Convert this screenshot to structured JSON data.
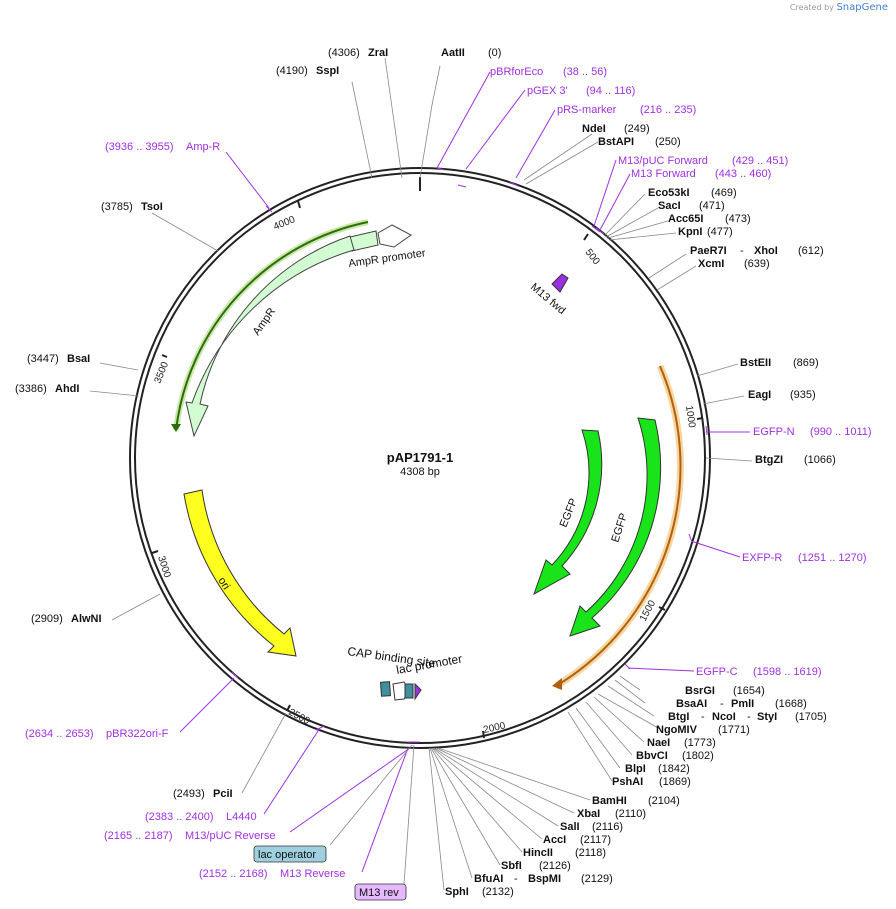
{
  "branding": {
    "created_by": "Created by",
    "product": "SnapGene"
  },
  "plasmid": {
    "name": "pAP1791-1",
    "length_label": "4308 bp"
  },
  "colors": {
    "primer": "#a030e0",
    "backbone": "#222222",
    "amp": "#d2fcd2",
    "amp_highlight": "#2e6b0a",
    "egfp": "#19e419",
    "ori": "#ffff1f",
    "exfp_highlight": "#f0a030",
    "lac_op": "#9fd0e0",
    "m13_rev_bg": "#e6b8ff",
    "operator_box": "#3f8fa0"
  },
  "ticks": [
    "500",
    "1000",
    "1500",
    "2000",
    "2500",
    "3000",
    "3500",
    "4000"
  ],
  "features": {
    "amp_promoter": "AmpR promoter",
    "ampr": "AmpR",
    "m13_fwd": "M13 fwd",
    "egfp_inner": "EGFP",
    "egfp_outer": "EGFP",
    "ori": "ori",
    "cap_site": "CAP binding site",
    "lac_promoter": "lac promoter",
    "lac_operator": "lac operator",
    "m13_rev": "M13 rev"
  },
  "right_sites": [
    {
      "name": "AatII",
      "pos": "(0)"
    },
    {
      "name": "NdeI",
      "pos": "(249)"
    },
    {
      "name": "BstAPI",
      "pos": "(250)"
    },
    {
      "name": "Eco53kI",
      "pos": "(469)"
    },
    {
      "name": "SacI",
      "pos": "(471)"
    },
    {
      "name": "Acc65I",
      "pos": "(473)"
    },
    {
      "name": "KpnI",
      "pos": "(477)"
    },
    {
      "name": "PaeR7I",
      "name2": "XhoI",
      "pos": "(612)"
    },
    {
      "name": "XcmI",
      "pos": "(639)"
    },
    {
      "name": "BstEII",
      "pos": "(869)"
    },
    {
      "name": "EagI",
      "pos": "(935)"
    },
    {
      "name": "BtgZI",
      "pos": "(1066)"
    },
    {
      "name": "BsrGI",
      "pos": "(1654)"
    },
    {
      "name": "BsaAI",
      "name2": "PmlI",
      "pos": "(1668)"
    },
    {
      "name": "BtgI",
      "name2": "NcoI",
      "name3": "StyI",
      "pos": "(1705)"
    },
    {
      "name": "NgoMIV",
      "pos": "(1771)"
    },
    {
      "name": "NaeI",
      "pos": "(1773)"
    },
    {
      "name": "BbvCI",
      "pos": "(1802)"
    },
    {
      "name": "BlpI",
      "pos": "(1842)"
    },
    {
      "name": "PshAI",
      "pos": "(1869)"
    },
    {
      "name": "BamHI",
      "pos": "(2104)"
    },
    {
      "name": "XbaI",
      "pos": "(2110)"
    },
    {
      "name": "SalI",
      "pos": "(2116)"
    },
    {
      "name": "AccI",
      "pos": "(2117)"
    },
    {
      "name": "HincII",
      "pos": "(2118)"
    },
    {
      "name": "SbfI",
      "pos": "(2126)"
    },
    {
      "name": "BfuAI",
      "name2": "BspMI",
      "pos": "(2129)"
    },
    {
      "name": "SphI",
      "pos": "(2132)"
    }
  ],
  "left_sites": [
    {
      "name": "ZraI",
      "pos": "(4306)"
    },
    {
      "name": "SspI",
      "pos": "(4190)"
    },
    {
      "name": "TsoI",
      "pos": "(3785)"
    },
    {
      "name": "BsaI",
      "pos": "(3447)"
    },
    {
      "name": "AhdI",
      "pos": "(3386)"
    },
    {
      "name": "AlwNI",
      "pos": "(2909)"
    },
    {
      "name": "PciI",
      "pos": "(2493)"
    }
  ],
  "primers_right": [
    {
      "name": "pBRforEco",
      "range": "(38 .. 56)"
    },
    {
      "name": "pGEX 3'",
      "range": "(94 .. 116)"
    },
    {
      "name": "pRS-marker",
      "range": "(216 .. 235)"
    },
    {
      "name": "M13/pUC Forward",
      "range": "(429 .. 451)"
    },
    {
      "name": "M13 Forward",
      "range": "(443 .. 460)"
    },
    {
      "name": "EGFP-N",
      "range": "(990 .. 1011)"
    },
    {
      "name": "EXFP-R",
      "range": "(1251 .. 1270)"
    },
    {
      "name": "EGFP-C",
      "range": "(1598 .. 1619)"
    }
  ],
  "primers_left": [
    {
      "name": "Amp-R",
      "range": "(3936 .. 3955)"
    },
    {
      "name": "pBR322ori-F",
      "range": "(2634 .. 2653)"
    },
    {
      "name": "L4440",
      "range": "(2383 .. 2400)"
    },
    {
      "name": "M13/pUC Reverse",
      "range": "(2165 .. 2187)"
    },
    {
      "name": "M13 Reverse",
      "range": "(2152 .. 2168)"
    }
  ]
}
